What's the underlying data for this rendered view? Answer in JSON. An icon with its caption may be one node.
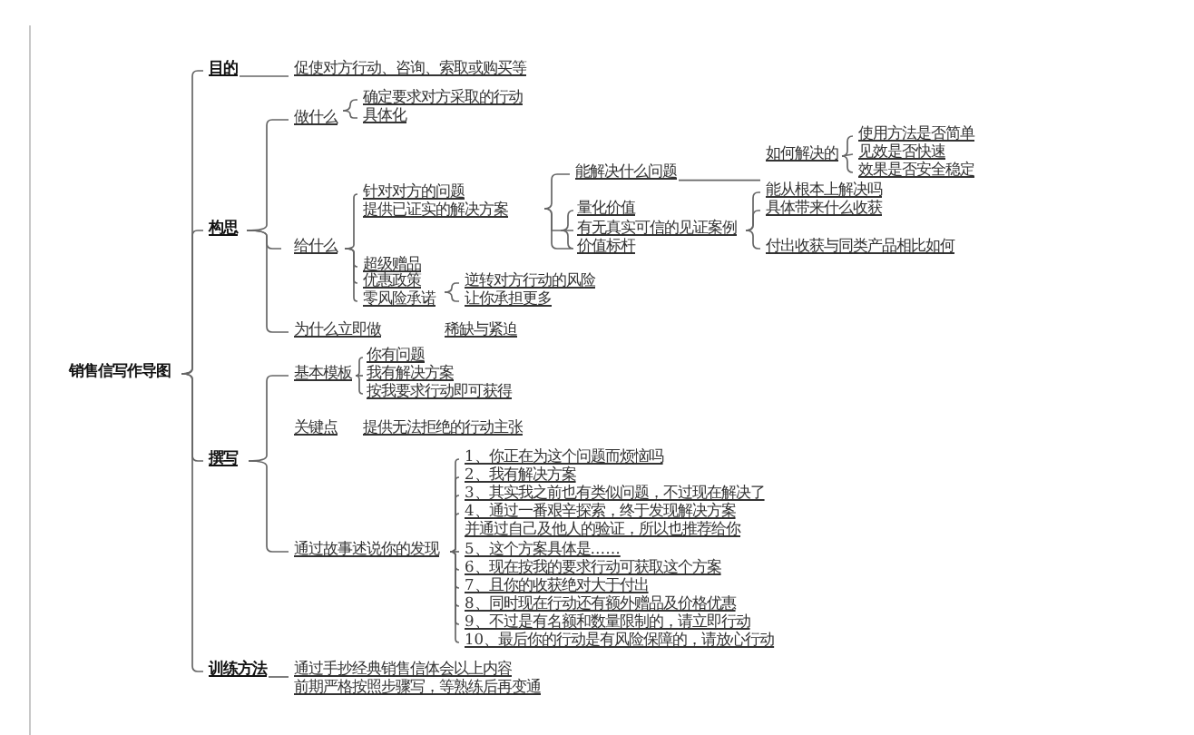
{
  "diagram": {
    "nodes": [
      {
        "text": [
          "销售信写作导图"
        ]
      },
      {
        "text": [
          "目的"
        ]
      },
      {
        "text": [
          "促使对方行动、咨询、索取或购买等"
        ]
      },
      {
        "text": [
          "构思"
        ]
      },
      {
        "text": [
          "做什么"
        ]
      },
      {
        "text": [
          "确定要求对方采取的行动"
        ]
      },
      {
        "text": [
          "具体化"
        ]
      },
      {
        "text": [
          "给什么"
        ]
      },
      {
        "text": [
          "针对对方的问题",
          "提供已证实的解决方案"
        ]
      },
      {
        "text": [
          "能解决什么问题"
        ]
      },
      {
        "text": [
          "如何解决的"
        ]
      },
      {
        "text": [
          "使用方法是否简单"
        ]
      },
      {
        "text": [
          "见效是否快速"
        ]
      },
      {
        "text": [
          "效果是否安全稳定"
        ]
      },
      {
        "text": [
          "量化价值"
        ]
      },
      {
        "text": [
          "有无真实可信的见证案例"
        ]
      },
      {
        "text": [
          "能从根本上解决吗"
        ]
      },
      {
        "text": [
          "具体带来什么收获"
        ]
      },
      {
        "text": [
          "付出收获与同类产品相比如何"
        ]
      },
      {
        "text": [
          "价值标杆"
        ]
      },
      {
        "text": [
          "超级赠品"
        ]
      },
      {
        "text": [
          "优惠政策"
        ]
      },
      {
        "text": [
          "零风险承诺"
        ]
      },
      {
        "text": [
          "逆转对方行动的风险"
        ]
      },
      {
        "text": [
          "让你承担更多"
        ]
      },
      {
        "text": [
          "为什么立即做"
        ],
        "beside": [
          "稀缺与紧迫"
        ]
      },
      {
        "text": [
          "撰写"
        ]
      },
      {
        "text": [
          "基本模板"
        ]
      },
      {
        "text": [
          "你有问题"
        ]
      },
      {
        "text": [
          "我有解决方案"
        ]
      },
      {
        "text": [
          "按我要求行动即可获得"
        ]
      },
      {
        "text": [
          "通过故事述说你的发现"
        ]
      },
      {
        "text": [
          "1、你正在为这个问题而烦恼吗"
        ]
      },
      {
        "text": [
          "2、我有解决方案"
        ]
      },
      {
        "text": [
          "3、其实我之前也有类似问题，不过现在解决了"
        ]
      },
      {
        "text": [
          "4、通过一番艰辛探索，终于发现解决方案并通过自己及他人的验证，所以也推荐给你"
        ]
      },
      {
        "text": [
          "5、这个方案具体是……"
        ]
      },
      {
        "text": [
          "6、现在按我的要求行动可获取这个方案"
        ]
      },
      {
        "text": [
          "7、且你的收获绝对大于付出"
        ]
      },
      {
        "text": [
          "8、同时现在行动还有额外赠品及价格优惠"
        ]
      },
      {
        "text": [
          "9、不过是有名额和数量限制的，请立即行动"
        ]
      },
      {
        "text": [
          "10、最后你的行动是有风险保障的，请放心行动"
        ]
      },
      {
        "text": [
          "训练方法"
        ]
      },
      {
        "text": [
          "通过手抄经典销售信体会以上内容",
          "前期严格按照步骤写，等熟练后再变通"
        ]
      }
    ],
    "edges": [
      {
        "from": 0,
        "to": 1,
        "arrow": "none"
      },
      {
        "from": 0,
        "to": 3,
        "arrow": "none"
      },
      {
        "from": 0,
        "to": 26,
        "arrow": "none"
      },
      {
        "from": 0,
        "to": 42,
        "arrow": "none"
      },
      {
        "from": 1,
        "to": 2,
        "arrow": "none"
      },
      {
        "from": 3,
        "to": 4,
        "arrow": "none"
      },
      {
        "from": 3,
        "to": 7,
        "arrow": "none"
      },
      {
        "from": 3,
        "to": 25,
        "arrow": "none"
      },
      {
        "from": 4,
        "to": 5,
        "arrow": "none"
      },
      {
        "from": 4,
        "to": 6,
        "arrow": "none"
      },
      {
        "from": 7,
        "to": 8,
        "arrow": "none"
      },
      {
        "from": 7,
        "to": 20,
        "arrow": "none"
      },
      {
        "from": 7,
        "to": 21,
        "arrow": "none"
      },
      {
        "from": 7,
        "to": 22,
        "arrow": "none"
      },
      {
        "from": 8,
        "to": 9,
        "arrow": "none"
      },
      {
        "from": 8,
        "to": 14,
        "arrow": "none"
      },
      {
        "from": 8,
        "to": 15,
        "arrow": "none"
      },
      {
        "from": 8,
        "to": 19,
        "arrow": "none"
      },
      {
        "from": 9,
        "to": 10,
        "arrow": "none"
      },
      {
        "from": 10,
        "to": 11,
        "arrow": "none"
      },
      {
        "from": 10,
        "to": 12,
        "arrow": "none"
      },
      {
        "from": 10,
        "to": 13,
        "arrow": "none"
      },
      {
        "from": 15,
        "to": 16,
        "arrow": "none"
      },
      {
        "from": 15,
        "to": 17,
        "arrow": "none"
      },
      {
        "from": 15,
        "to": 18,
        "arrow": "none"
      },
      {
        "from": 22,
        "to": 23,
        "arrow": "none"
      },
      {
        "from": 22,
        "to": 24,
        "arrow": "none"
      },
      {
        "from": 26,
        "to": 27,
        "arrow": "none"
      },
      {
        "from": 26,
        "to": 31,
        "arrow": "none"
      },
      {
        "from": 27,
        "to": 28,
        "arrow": "none"
      },
      {
        "from": 27,
        "to": 29,
        "arrow": "none"
      },
      {
        "from": 27,
        "to": 30,
        "arrow": "none"
      },
      {
        "from": 31,
        "to": 32,
        "arrow": "none"
      },
      {
        "from": 31,
        "to": 33,
        "arrow": "none"
      },
      {
        "from": 31,
        "to": 34,
        "arrow": "none"
      },
      {
        "from": 31,
        "to": 35,
        "arrow": "none"
      },
      {
        "from": 31,
        "to": 36,
        "arrow": "none"
      },
      {
        "from": 31,
        "to": 37,
        "arrow": "none"
      },
      {
        "from": 31,
        "to": 38,
        "arrow": "none"
      },
      {
        "from": 31,
        "to": 39,
        "arrow": "none"
      },
      {
        "from": 31,
        "to": 40,
        "arrow": "none"
      },
      {
        "from": 31,
        "to": 41,
        "arrow": "none"
      },
      {
        "from": 42,
        "to": 43,
        "arrow": "none"
      }
    ],
    "labels": [
      "关键点",
      "提供无法拒绝的行动主张"
    ]
  }
}
